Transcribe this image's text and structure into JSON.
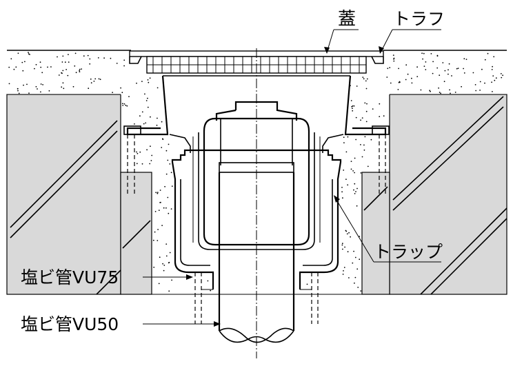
{
  "labels": {
    "cover": "蓋",
    "trough": "トラフ",
    "trap": "トラップ",
    "pipe_vu75": "塩ビ管VU75",
    "pipe_vu50": "塩ビ管VU50"
  },
  "colors": {
    "line": "#000000",
    "concrete_fill": "#ffffff",
    "wall_fill": "#d9d9d9",
    "background": "#ffffff"
  }
}
